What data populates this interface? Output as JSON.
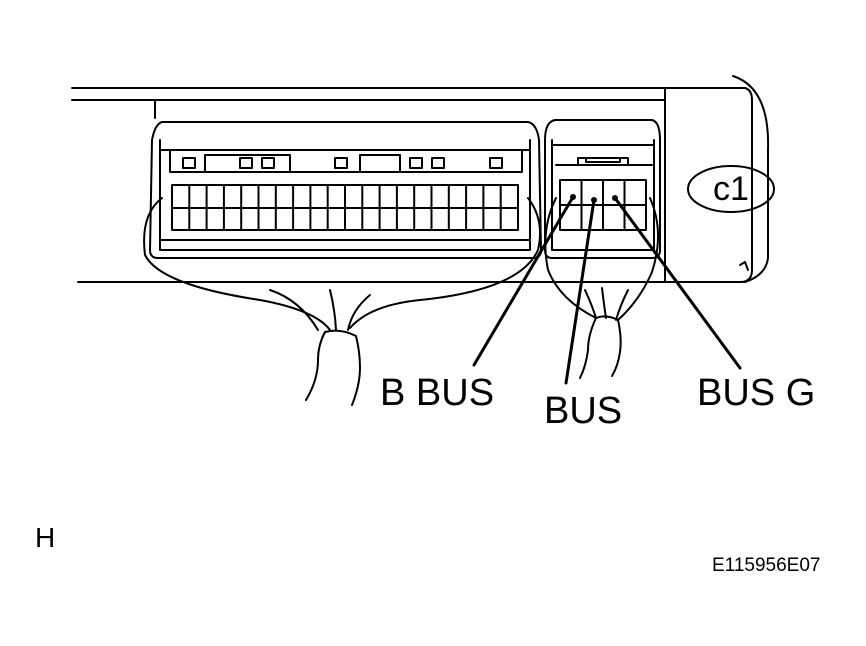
{
  "labels": {
    "connector_code": "c1",
    "pin_b_bus": "B BUS",
    "pin_bus": "BUS",
    "pin_bus_g": "BUS G",
    "view_letter": "H",
    "figure_code": "E115956E07"
  },
  "connectors": {
    "large_pin_columns": 20,
    "large_pin_rows": 2,
    "small_pin_columns": 4,
    "small_pin_rows": 2
  },
  "colors": {
    "line": "#000000",
    "background": "#ffffff"
  }
}
